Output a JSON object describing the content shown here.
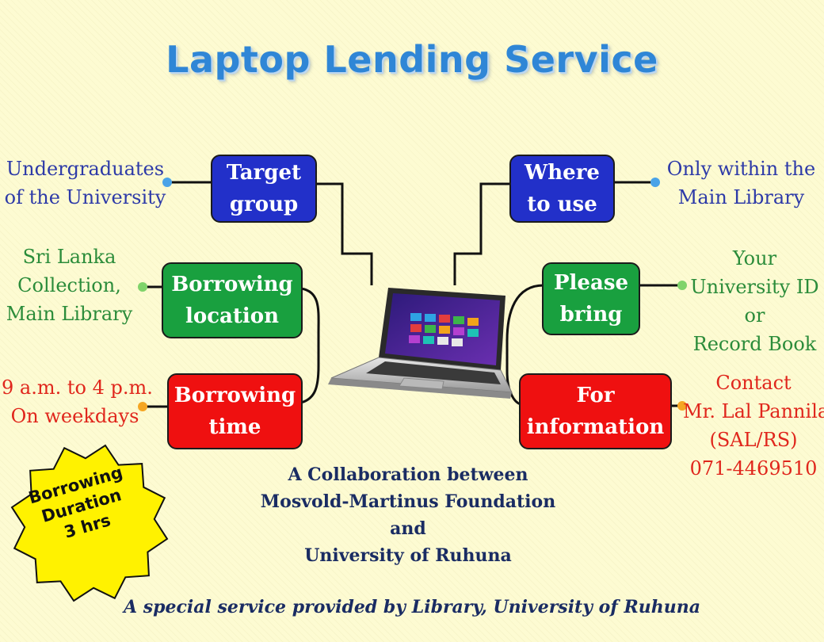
{
  "title": "Laptop Lending Service",
  "boxes": {
    "target_group": [
      "Target",
      "group"
    ],
    "where_to_use": [
      "Where",
      "to use"
    ],
    "borrowing_location": [
      "Borrowing",
      "location"
    ],
    "please_bring": [
      "Please",
      "bring"
    ],
    "borrowing_time": [
      "Borrowing",
      "time"
    ],
    "for_information": [
      "For",
      "information"
    ]
  },
  "details": {
    "target_group": [
      "Undergraduates",
      "of the University"
    ],
    "where_to_use": [
      "Only within the",
      "Main Library"
    ],
    "borrowing_location": [
      "Sri Lanka",
      "Collection,",
      "Main Library"
    ],
    "please_bring": [
      "Your",
      "University ID",
      "or",
      "Record Book"
    ],
    "borrowing_time": [
      "9 a.m. to 4 p.m.",
      "On weekdays"
    ],
    "for_information": [
      "Contact",
      "Mr. Lal Pannila",
      "(SAL/RS)",
      "071-4469510"
    ]
  },
  "collaboration": [
    "A Collaboration between",
    "Mosvold-Martinus Foundation",
    "and",
    "University of Ruhuna"
  ],
  "burst": [
    "Borrowing",
    "Duration",
    "3 hrs"
  ],
  "footer": "A special service provided by Library, University of Ruhuna",
  "colors": {
    "title": "#2f86d6",
    "blue_box": "#2230c9",
    "green_box": "#19a03f",
    "red_box": "#ef1010",
    "burst": "#fff200",
    "blue_dot": "#4aa3e8",
    "green_dot": "#7fd36a",
    "orange_dot": "#f5a623"
  },
  "icons": {
    "center_image": "laptop-icon",
    "badge": "starburst-badge"
  }
}
